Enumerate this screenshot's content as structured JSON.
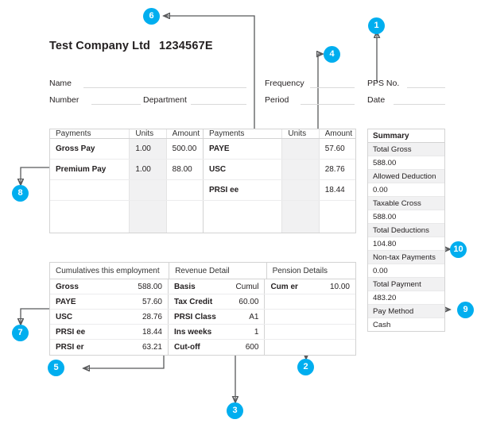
{
  "document": {
    "company_name": "Test Company Ltd",
    "registration_number": "1234567E",
    "fields": [
      {
        "label": "Name"
      },
      {
        "label": "Number"
      },
      {
        "label": "Department"
      },
      {
        "label": "Frequency"
      },
      {
        "label": "Period"
      },
      {
        "label": "PPS No."
      },
      {
        "label": "Date"
      }
    ]
  },
  "payments_left": {
    "headers": [
      "Payments",
      "Units",
      "Amount"
    ],
    "rows": [
      {
        "label": "Gross Pay",
        "units": "1.00",
        "amount": "500.00"
      },
      {
        "label": "Premium Pay",
        "units": "1.00",
        "amount": "88.00"
      },
      {
        "label": "",
        "units": "",
        "amount": ""
      },
      {
        "label": "",
        "units": "",
        "amount": ""
      }
    ]
  },
  "payments_right": {
    "headers": [
      "Payments",
      "",
      "Units",
      "Amount"
    ],
    "rows": [
      {
        "label": "PAYE",
        "units": "",
        "amount": "57.60"
      },
      {
        "label": "USC",
        "units": "",
        "amount": "28.76"
      },
      {
        "label": "PRSI ee",
        "units": "",
        "amount": "18.44"
      },
      {
        "label": "",
        "units": "",
        "amount": ""
      }
    ]
  },
  "cumulatives": {
    "title": "Cumulatives this employment",
    "rows": [
      {
        "label": "Gross",
        "value": "588.00"
      },
      {
        "label": "PAYE",
        "value": "57.60"
      },
      {
        "label": "USC",
        "value": "28.76"
      },
      {
        "label": "PRSI ee",
        "value": "18.44"
      },
      {
        "label": "PRSI er",
        "value": "63.21"
      }
    ]
  },
  "revenue_detail": {
    "title": "Revenue Detail",
    "rows": [
      {
        "label": "Basis",
        "value": "Cumul"
      },
      {
        "label": "Tax Credit",
        "value": "60.00"
      },
      {
        "label": "PRSI Class",
        "value": "A1"
      },
      {
        "label": "Ins weeks",
        "value": "1"
      },
      {
        "label": "Cut-off",
        "value": "600"
      }
    ]
  },
  "pension_details": {
    "title": "Pension Details",
    "rows": [
      {
        "label": "Cum er",
        "value": "10.00"
      },
      {
        "label": "",
        "value": ""
      },
      {
        "label": "",
        "value": ""
      },
      {
        "label": "",
        "value": ""
      },
      {
        "label": "",
        "value": ""
      }
    ]
  },
  "summary": {
    "title": "Summary",
    "rows": [
      {
        "label": "Total Gross",
        "value": "588.00"
      },
      {
        "label": "Allowed Deduction",
        "value": "0.00"
      },
      {
        "label": "Taxable Cross",
        "value": "588.00"
      },
      {
        "label": "Total Deductions",
        "value": "104.80"
      },
      {
        "label": "Non-tax Payments",
        "value": "0.00"
      },
      {
        "label": "Total Payment",
        "value": "483.20"
      },
      {
        "label": "Pay Method",
        "value": "Cash"
      }
    ]
  },
  "callouts": {
    "accent_color": "#00aeef",
    "items": [
      {
        "number": "1",
        "target": "PPS No."
      },
      {
        "number": "2",
        "target": "PRSI Class A1"
      },
      {
        "number": "3",
        "target": "Cut-off 600"
      },
      {
        "number": "4",
        "target": "PAYE 57.60"
      },
      {
        "number": "5",
        "target": "PRSI er 63.21"
      },
      {
        "number": "6",
        "target": "PRSI ee 18.44"
      },
      {
        "number": "7",
        "target": "USC 28.76"
      },
      {
        "number": "8",
        "target": "Gross Pay 500.00"
      },
      {
        "number": "9",
        "target": "Total Payment 483.20"
      },
      {
        "number": "10",
        "target": "Total Deductions 104.80"
      }
    ]
  }
}
